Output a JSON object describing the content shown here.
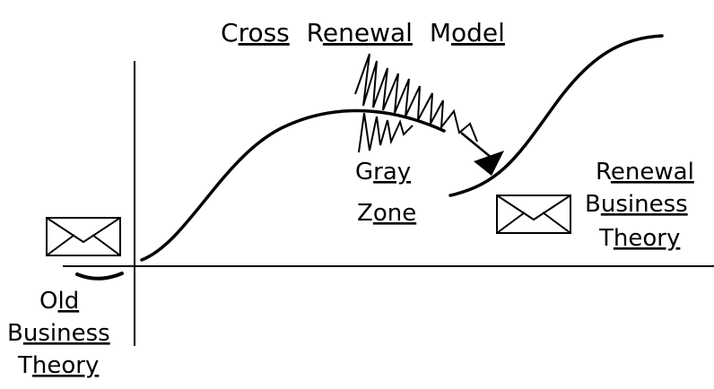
{
  "title": {
    "first_cap": "C",
    "first_rest": "ross",
    "second_cap": "R",
    "second_rest": "enewal",
    "third_cap": "M",
    "third_rest": "odel"
  },
  "gray_zone": {
    "line1_cap": "G",
    "line1_rest": "ray",
    "line2_cap": "Z",
    "line2_rest": "one"
  },
  "old_theory": {
    "line1_cap": "O",
    "line1_rest": "ld",
    "line2_cap": "B",
    "line2_rest": "usiness",
    "line3_cap": "T",
    "line3_rest": "heory"
  },
  "renewal_theory": {
    "line1_cap": "R",
    "line1_rest": "enewal",
    "line2_cap": "B",
    "line2_rest": "usiness",
    "line3_cap": "T",
    "line3_rest": "heory"
  },
  "icons": {
    "old": "envelope-icon",
    "renewal": "envelope-icon"
  },
  "colors": {
    "ink": "#000000",
    "paper": "#ffffff"
  }
}
